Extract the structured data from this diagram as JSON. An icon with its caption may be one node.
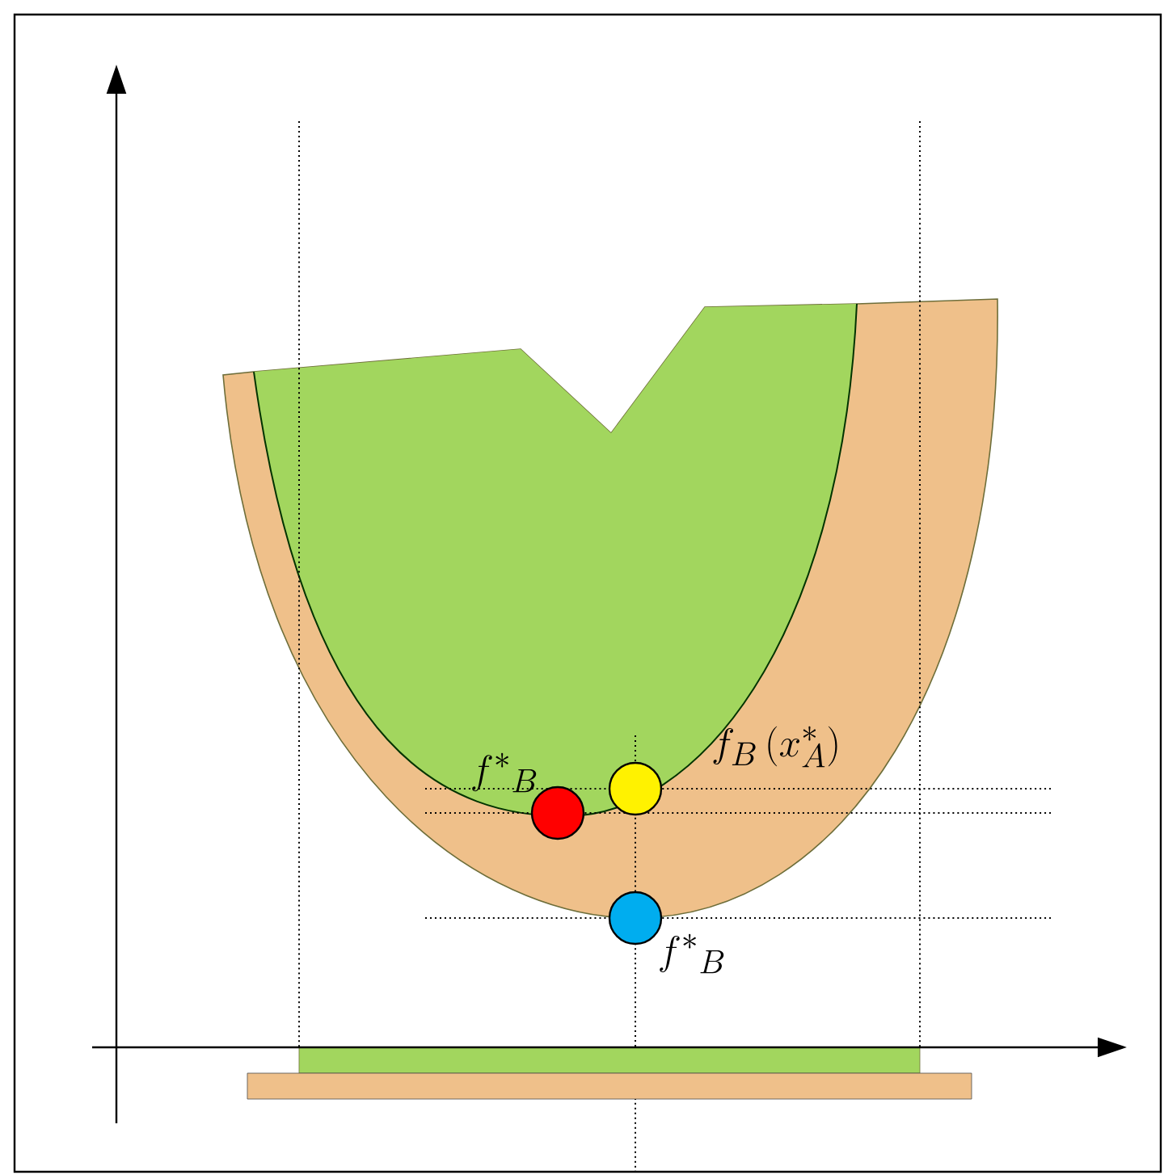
{
  "diagram": {
    "nodes": [
      {
        "text": [],
        "shape": "bar"
      },
      {
        "text": [],
        "shape": "bar"
      }
    ],
    "labels": [
      "f^{*}{}_{B}",
      "f_{B}\\left(x^{*}_{A}\\right)",
      "f^{*}{}_{B}"
    ]
  }
}
